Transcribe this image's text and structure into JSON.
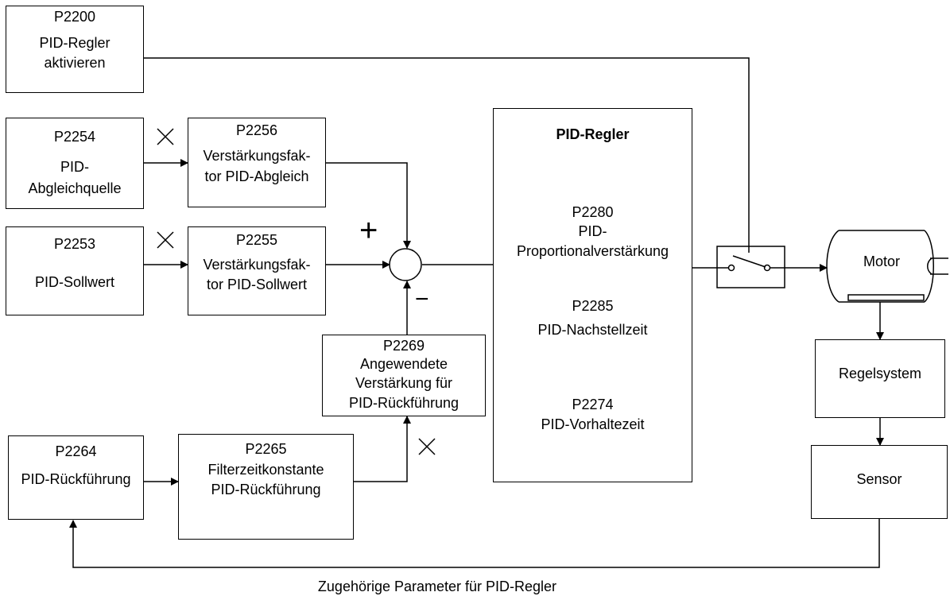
{
  "blocks": {
    "p2200": {
      "code": "P2200",
      "line1": "PID-Regler",
      "line2": "aktivieren"
    },
    "p2254": {
      "code": "P2254",
      "line1": "PID-",
      "line2": "Abgleichquelle"
    },
    "p2256": {
      "code": "P2256",
      "line1": "Verstärkungsfak-",
      "line2": "tor PID-Abgleich"
    },
    "p2253": {
      "code": "P2253",
      "line1": "PID-Sollwert"
    },
    "p2255": {
      "code": "P2255",
      "line1": "Verstärkungsfak-",
      "line2": "tor PID-Sollwert"
    },
    "p2269": {
      "code": "P2269",
      "line1": "Angewendete",
      "line2": "Verstärkung für",
      "line3": "PID-Rückführung"
    },
    "p2264": {
      "code": "P2264",
      "line1": "PID-Rückführung"
    },
    "p2265": {
      "code": "P2265",
      "line1": "Filterzeitkonstante",
      "line2": "PID-Rückführung"
    },
    "pid": {
      "title": "PID-Regler",
      "p2280_code": "P2280",
      "p2280_line1": "PID-",
      "p2280_line2": "Proportionalverstärkung",
      "p2285_code": "P2285",
      "p2285_line1": "PID-Nachstellzeit",
      "p2274_code": "P2274",
      "p2274_line1": "PID-Vorhaltezeit"
    },
    "motor": {
      "label": "Motor"
    },
    "regelsystem": {
      "label": "Regelsystem"
    },
    "sensor": {
      "label": "Sensor"
    }
  },
  "signs": {
    "plus": "+",
    "minus": "−"
  },
  "caption": "Zugehörige Parameter für PID-Regler"
}
